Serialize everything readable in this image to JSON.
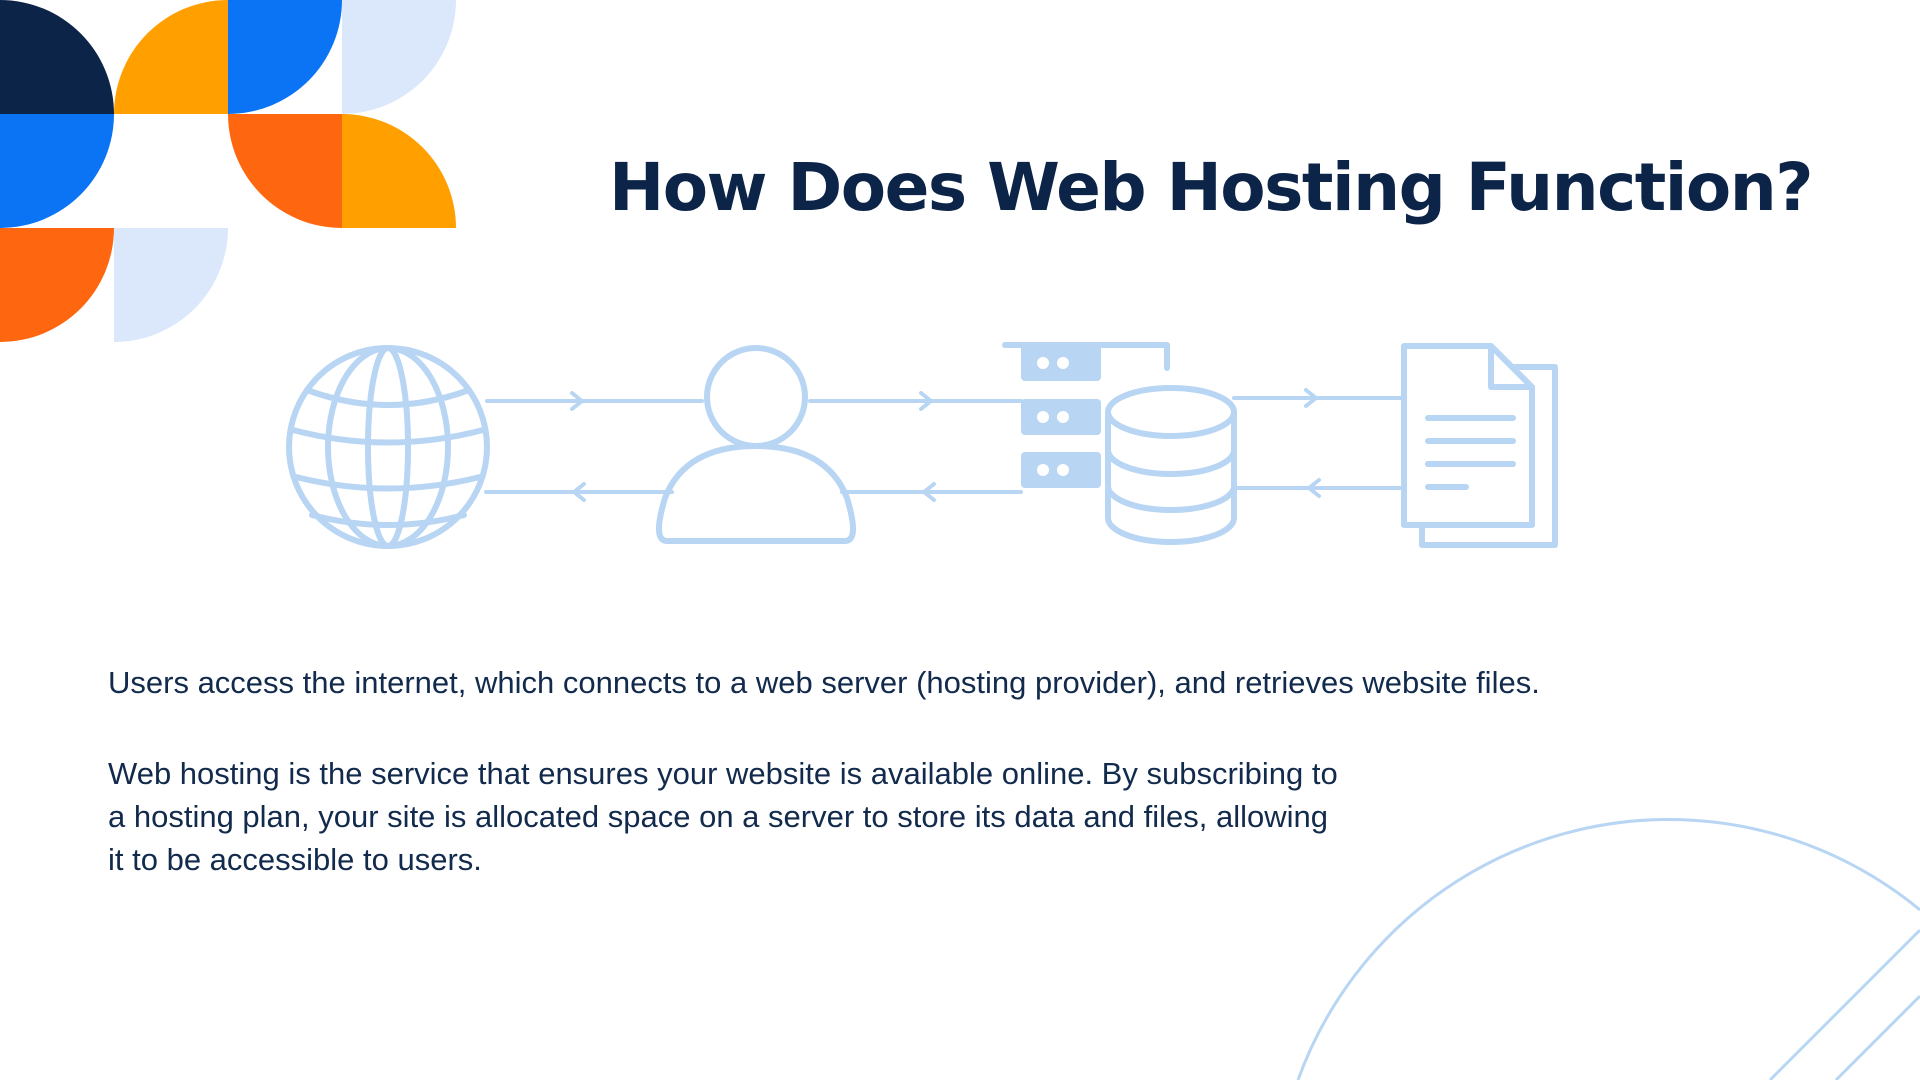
{
  "slide": {
    "title": "How Does Web Hosting Function?",
    "paragraph_1": "Users access the internet, which connects to a web server (hosting provider), and retrieves website files.",
    "paragraph_2": "Web hosting is the service that ensures your website is available online. By subscribing to a hosting plan, your site is allocated space on a server to store its data and files, allowing it to be accessible to users."
  },
  "diagram": {
    "nodes": [
      {
        "icon": "globe-icon"
      },
      {
        "icon": "user-icon"
      },
      {
        "icon": "server-database-icon"
      },
      {
        "icon": "documents-icon"
      }
    ],
    "connectors": "bidirectional-arrows"
  },
  "colors": {
    "title": "#0c2447",
    "body_text": "#122a4c",
    "diagram_icon": "#b8d5f3",
    "navy": "#0c2447",
    "orange": "#ffa000",
    "blue": "#0a74f5",
    "pale_blue": "#dbe8fb",
    "red_orange": "#ff6610"
  }
}
